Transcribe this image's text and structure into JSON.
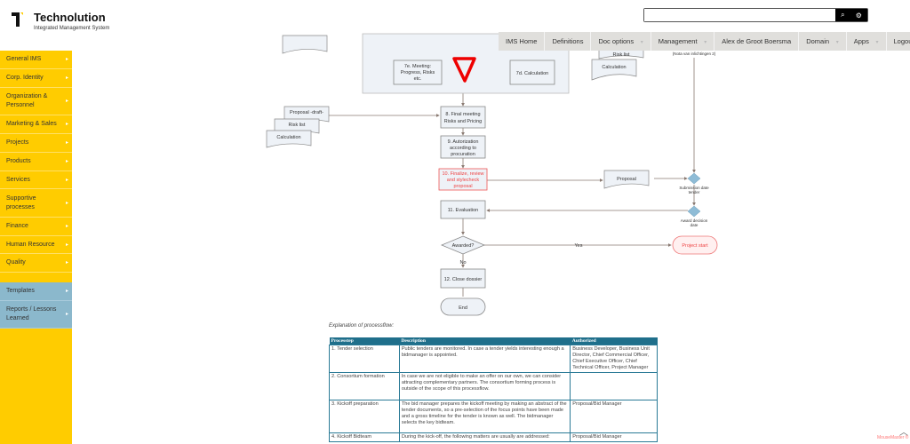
{
  "header": {
    "brand": "Technolution",
    "subtitle": "Integrated Management System",
    "search_placeholder": "",
    "search_icon": "search-icon",
    "settings_icon": "gear-icon"
  },
  "nav": [
    {
      "label": "IMS Home"
    },
    {
      "label": "Definitions"
    },
    {
      "label": "Doc options",
      "dropdown": true
    },
    {
      "label": "Management",
      "dropdown": true
    },
    {
      "label": "Alex de Groot Boersma"
    },
    {
      "label": "Domain",
      "dropdown": true
    },
    {
      "label": "Apps",
      "dropdown": true
    },
    {
      "label": "Logout"
    }
  ],
  "sidebar": {
    "items": [
      "General IMS",
      "Corp. Identity",
      "Organization & Personnel",
      "Marketing & Sales",
      "Projects",
      "Products",
      "Services",
      "Supportive processes",
      "Finance",
      "Human Resource",
      "Quality"
    ],
    "secondary": [
      "Templates",
      "Reports / Lessons Learned"
    ]
  },
  "colors": {
    "sidebar": "#ffcc00",
    "sidebar_secondary": "#8bb8cc",
    "table_header": "#1f6f8b",
    "highlight": "#ee4444"
  },
  "flow": {
    "s7e": [
      "7e. Meeting:",
      "Progress, Risks",
      "etc."
    ],
    "s7d": "7d. Calculation",
    "s8": [
      "8. Final meeting",
      "Risks and Pricing"
    ],
    "s9": [
      "9. Autorization",
      "according to",
      "procuration"
    ],
    "s10": [
      "10. Finalize, review",
      "and stylecheck",
      "proposal"
    ],
    "s11": "11. Evaluation",
    "awarded": "Awarded?",
    "yes": "Yes",
    "no": "No",
    "s12": "12. Close dossier",
    "end": "End",
    "project_start": "Project start",
    "doc_proposal_draft": "Proposal -draft-",
    "doc_risk": "Risk list",
    "doc_calc": "Calculation",
    "doc_proposal": "Proposal",
    "doc_risk_top": "Risk list",
    "doc_calc_top": "Calculation",
    "nota": "(Nota van inlichtingen 2)",
    "submission": [
      "Submission date",
      "tender"
    ],
    "award": [
      "Award decision",
      "date"
    ]
  },
  "explanation": "Explanation of processflow:",
  "table": {
    "headers": [
      "Processtep",
      "Description",
      "Authorized"
    ],
    "rows": [
      [
        "1. Tender selection",
        "Public tenders are monitored. In case a tender yields interesting enough a bidmanager is appointed.",
        "Business Developer, Business Unit Director, Chief Commercial Officer, Chief Executive Officer, Chief Technical Officer, Project Manager"
      ],
      [
        "2. Consortium formation",
        "In case we are not eligible to make an offer on our own, we can consider attracting complementary partners. The consortium forming process is outside of the scope of this processflow.",
        ""
      ],
      [
        "3. Kickoff preparation",
        "The bid manager prepares the kickoff meeting by making an abstract of the tender documents, so a pre-selection of the focus points have been made and a gross timeline for the tender is known as well. The bidmanager selects the key bidteam.",
        "Proposal/Bid Manager"
      ],
      [
        "4. Kickoff Bidteam",
        "During the kick-off, the following matters are usually are addressed:",
        "Proposal/Bid Manager"
      ]
    ]
  },
  "footer": {
    "mousemaster": "MouseMaster ®"
  }
}
